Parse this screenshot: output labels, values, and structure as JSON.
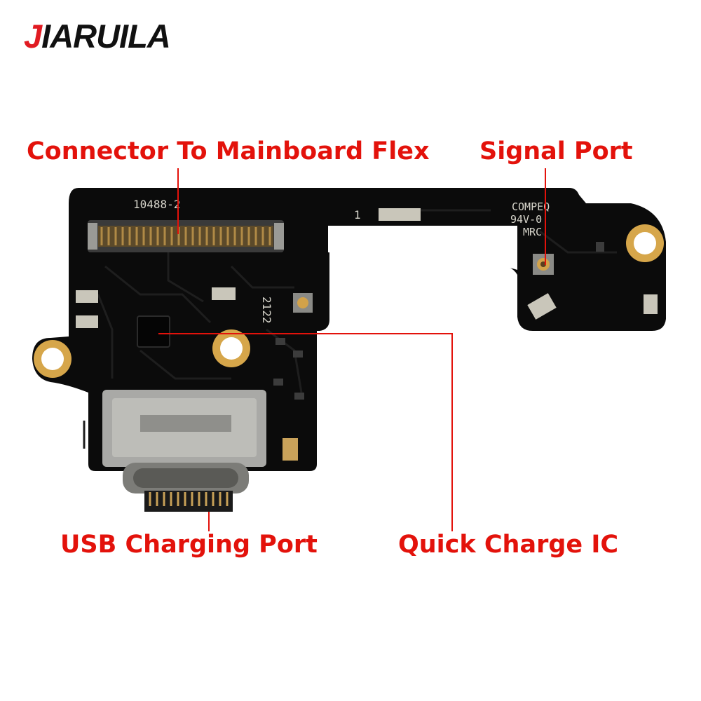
{
  "brand": {
    "text": "JIARUILA"
  },
  "callouts": {
    "connector": "Connector To Mainboard Flex",
    "signal": "Signal Port",
    "usb": "USB Charging Port",
    "quick_charge": "Quick Charge IC"
  },
  "board_silkscreen": {
    "part_number": "10488-2",
    "pin_marker": "1",
    "date_code": "2122",
    "cert_line_1": "COMPEQ",
    "cert_line_2": "94V-0",
    "cert_line_3": "MRC"
  },
  "colors": {
    "callout_red": "#e3120b",
    "brand_red": "#e11b22",
    "pcb_black": "#0b0b0b",
    "gold": "#d6a64a",
    "metal": "#a9a9a6"
  }
}
